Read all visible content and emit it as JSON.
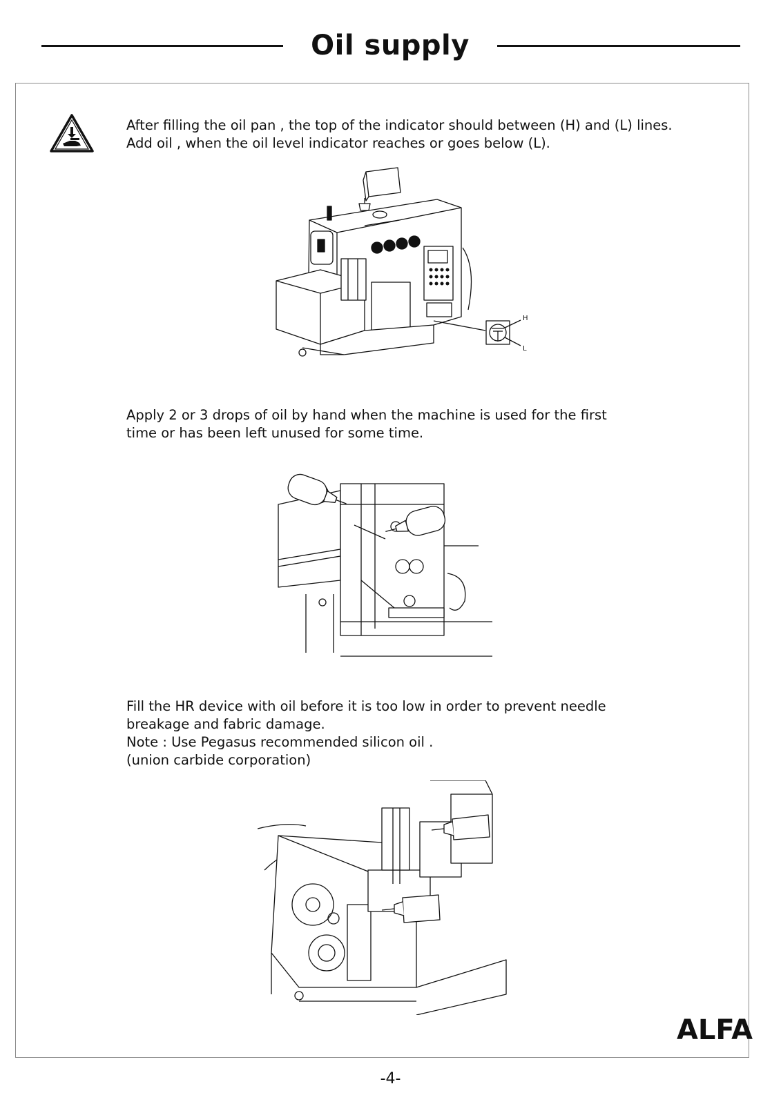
{
  "header": {
    "title": "Oil supply"
  },
  "sections": [
    {
      "lines": [
        "After filling the oil pan , the top of the indicator should between (H) and (L) lines.",
        "Add oil , when the oil level indicator reaches or goes below (L)."
      ]
    },
    {
      "lines": [
        "Apply 2 or 3 drops of oil by hand when the machine is used for the first",
        "time or has been left unused for some time."
      ]
    },
    {
      "lines": [
        "Fill the HR device with oil before it is too low in order to prevent needle",
        "breakage and fabric damage.",
        "Note : Use Pegasus recommended silicon oil .",
        "(union carbide corporation)"
      ]
    }
  ],
  "figure1": {
    "indicator_high": "H",
    "indicator_low": "L"
  },
  "footer": {
    "brand": "ALFA",
    "page_number": "-4-"
  },
  "icons": {
    "warning": "hand-caution-warning-icon"
  }
}
